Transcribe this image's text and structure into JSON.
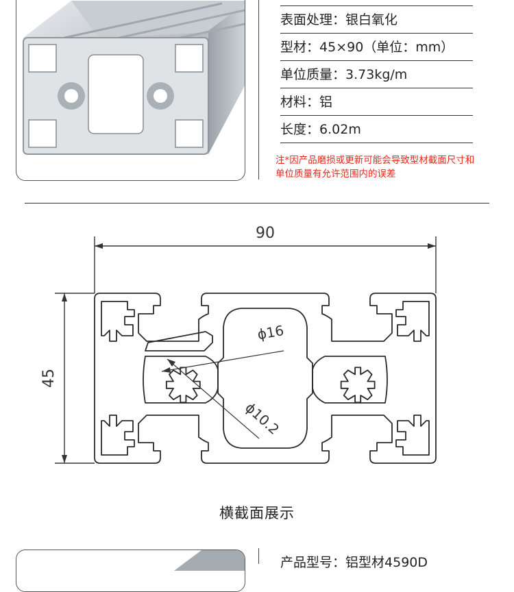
{
  "specs": [
    {
      "label": "表面处理：",
      "value": "银白氧化"
    },
    {
      "label": "型材：",
      "value": "45×90（单位：mm）"
    },
    {
      "label": "单位质量：",
      "value": "3.73kg/m"
    },
    {
      "label": "材料：",
      "value": "铝"
    },
    {
      "label": "长度：",
      "value": "6.02m"
    }
  ],
  "note": "注*因产品磨损或更新可能会导致型材截面尺寸和单位质量有允许范围内的误差",
  "drawing": {
    "width_label": "90",
    "height_label": "45",
    "center_hole_label": "ϕ16",
    "side_hole_label": "ϕ10.2"
  },
  "caption": "横截面展示",
  "next_spec": {
    "label": "产品型号：",
    "value": "铝型材4590D"
  },
  "colors": {
    "note": "#e4261a",
    "line": "#333333"
  }
}
